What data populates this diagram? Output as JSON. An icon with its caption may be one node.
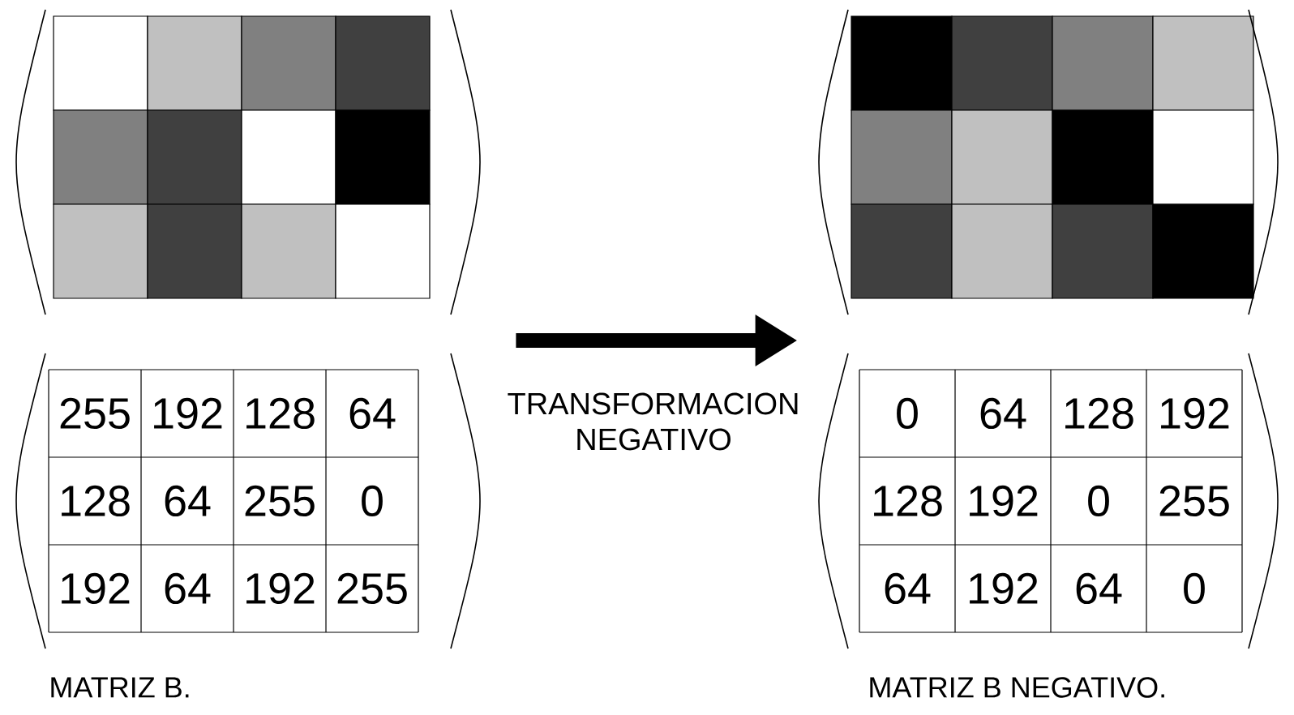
{
  "diagram": {
    "nodes": [
      {
        "text": [],
        "shape": "picture"
      },
      {
        "text": [],
        "shape": "picture"
      }
    ],
    "edges": [
      {
        "from": 0,
        "to": 1,
        "arrow": "to",
        "label": "TRANSFORMACION NEGATIVO"
      }
    ],
    "labels": [
      "255",
      "192",
      "128",
      "64",
      "128",
      "64",
      "255",
      "0",
      "192",
      "64",
      "192",
      "255",
      "0",
      "64",
      "128",
      "192",
      "128",
      "192",
      "0",
      "255",
      "64",
      "192",
      "64",
      "0",
      "MATRIZ B.",
      "MATRIZ B NEGATIVO."
    ]
  }
}
